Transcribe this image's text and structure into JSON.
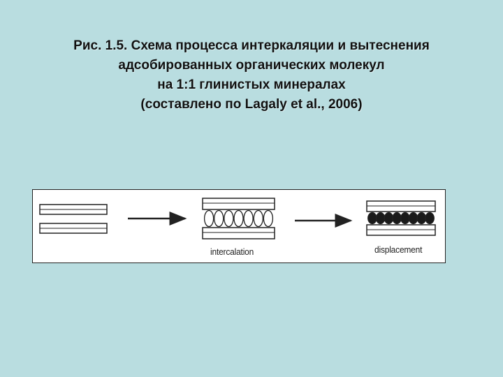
{
  "caption": {
    "line1": "Рис. 1.5. Схема процесса интеркаляции и вытеснения",
    "line2": "адсобированных органических молекул",
    "line3": "на 1:1 глинистых минералах",
    "line4": "(составлено по Lagaly et al., 2006)"
  },
  "figure": {
    "label_intercalation": "intercalation",
    "label_displacement": "displacement"
  }
}
